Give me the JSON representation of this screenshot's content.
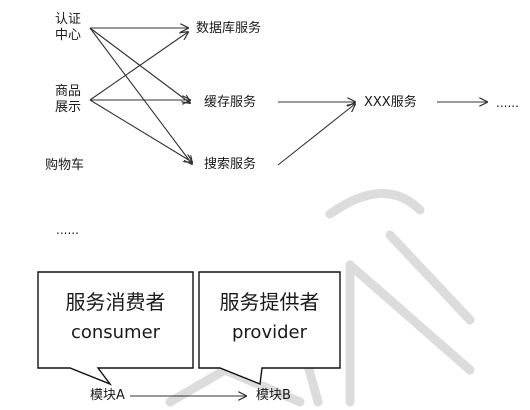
{
  "sources": {
    "auth_line1": "认证",
    "auth_line2": "中心",
    "product_line1": "商品",
    "product_line2": "展示",
    "cart": "购物车",
    "more": "......"
  },
  "services": {
    "database": "数据库服务",
    "cache": "缓存服务",
    "search": "搜索服务",
    "xxx": "XXX服务",
    "more": "......"
  },
  "callouts": {
    "consumer_title": "服务消费者",
    "consumer_sub": "consumer",
    "provider_title": "服务提供者",
    "provider_sub": "provider"
  },
  "modules": {
    "a": "模块A",
    "b": "模块B"
  },
  "colors": {
    "line": "#333333",
    "watermark": "#d9d9d9"
  }
}
